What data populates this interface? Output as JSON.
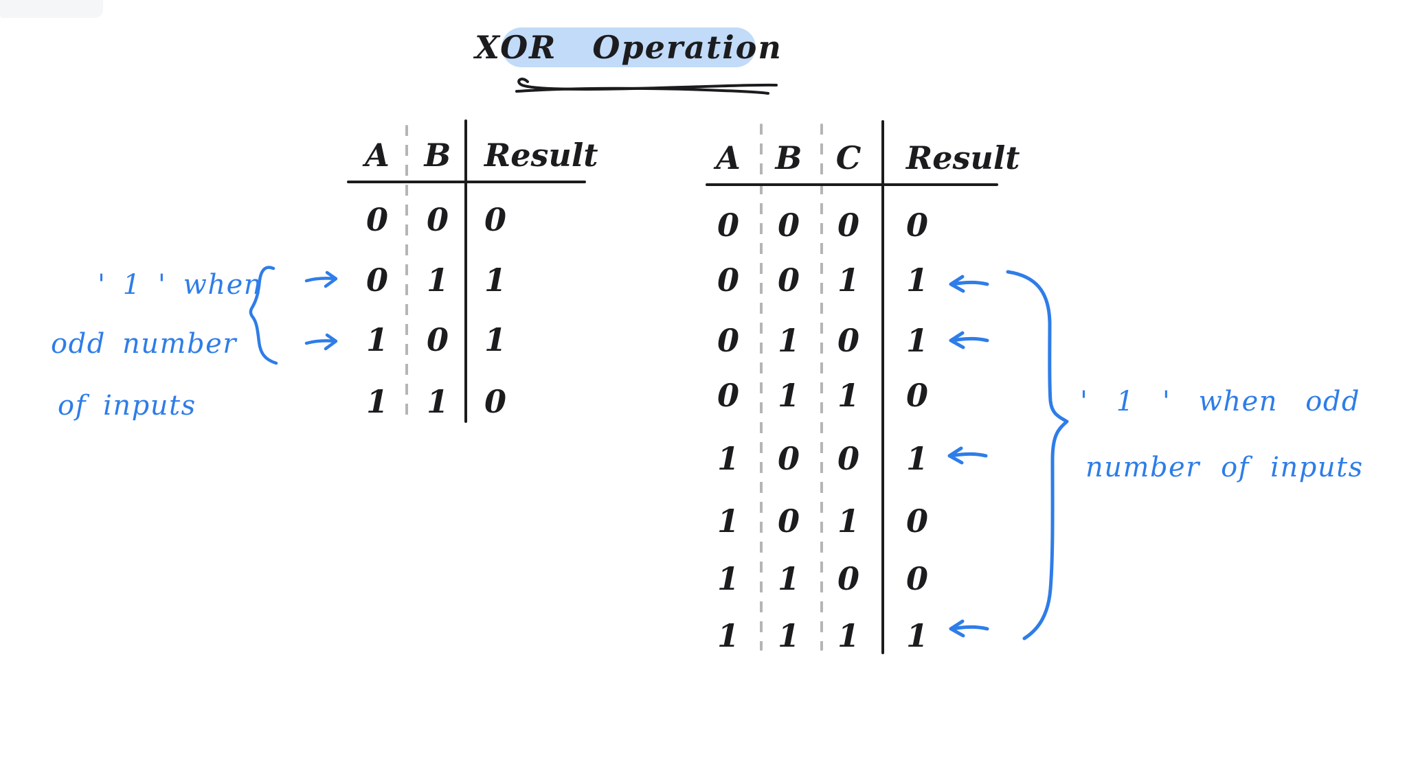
{
  "title": {
    "text": "XOR Operation"
  },
  "colors": {
    "ink": "#1c1c1e",
    "blue": "#2e7de8",
    "highlight": "#c1dbf8",
    "dash": "#b5b5b5",
    "bg": "#ffffff"
  },
  "xor2_table": {
    "headers": [
      "A",
      "B",
      "Result"
    ],
    "rows": [
      [
        "0",
        "0",
        "0"
      ],
      [
        "0",
        "1",
        "1"
      ],
      [
        "1",
        "0",
        "1"
      ],
      [
        "1",
        "1",
        "0"
      ]
    ]
  },
  "xor3_table": {
    "headers": [
      "A",
      "B",
      "C",
      "Result"
    ],
    "rows": [
      [
        "0",
        "0",
        "0",
        "0"
      ],
      [
        "0",
        "0",
        "1",
        "1"
      ],
      [
        "0",
        "1",
        "0",
        "1"
      ],
      [
        "0",
        "1",
        "1",
        "0"
      ],
      [
        "1",
        "0",
        "0",
        "1"
      ],
      [
        "1",
        "0",
        "1",
        "0"
      ],
      [
        "1",
        "1",
        "0",
        "0"
      ],
      [
        "1",
        "1",
        "1",
        "1"
      ]
    ]
  },
  "left_annotation": {
    "line1": "' 1 '  when",
    "line2": "odd number",
    "line3": "of  inputs"
  },
  "right_annotation": {
    "line1": "' 1 '  when  odd",
    "line2": "number of inputs"
  },
  "icons": {
    "right_arrow": "→",
    "left_arrow": "←",
    "brace_open": "{",
    "brace_close": "}"
  }
}
